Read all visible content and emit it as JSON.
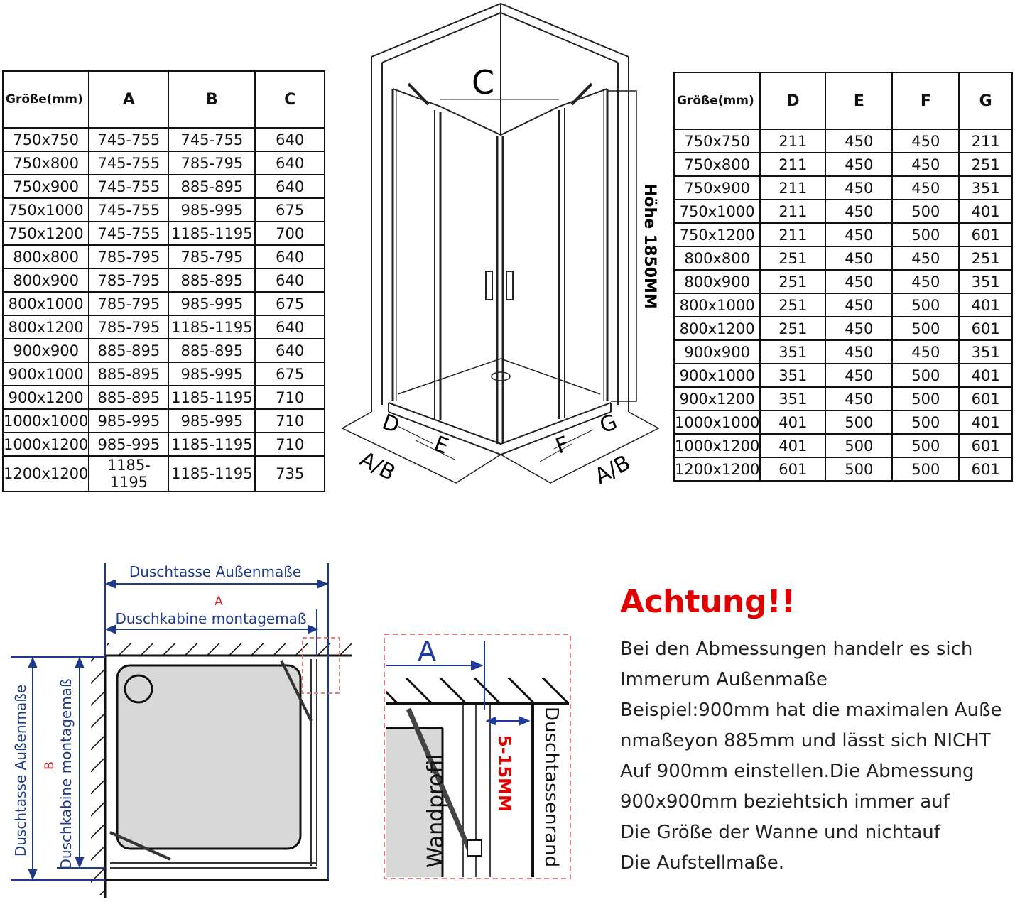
{
  "left_table": {
    "headers": [
      "Größe(mm)",
      "A",
      "B",
      "C"
    ],
    "rows": [
      [
        "750x750",
        "745-755",
        "745-755",
        "640"
      ],
      [
        "750x800",
        "745-755",
        "785-795",
        "640"
      ],
      [
        "750x900",
        "745-755",
        "885-895",
        "640"
      ],
      [
        "750x1000",
        "745-755",
        "985-995",
        "675"
      ],
      [
        "750x1200",
        "745-755",
        "1185-1195",
        "700"
      ],
      [
        "800x800",
        "785-795",
        "785-795",
        "640"
      ],
      [
        "800x900",
        "785-795",
        "885-895",
        "640"
      ],
      [
        "800x1000",
        "785-795",
        "985-995",
        "675"
      ],
      [
        "800x1200",
        "785-795",
        "1185-1195",
        "640"
      ],
      [
        "900x900",
        "885-895",
        "885-895",
        "640"
      ],
      [
        "900x1000",
        "885-895",
        "985-995",
        "675"
      ],
      [
        "900x1200",
        "885-895",
        "1185-1195",
        "710"
      ],
      [
        "1000x1000",
        "985-995",
        "985-995",
        "710"
      ],
      [
        "1000x1200",
        "985-995",
        "1185-1195",
        "710"
      ],
      [
        "1200x1200",
        "1185-1195",
        "1185-1195",
        "735"
      ]
    ]
  },
  "right_table": {
    "headers": [
      "Größe(mm)",
      "D",
      "E",
      "F",
      "G"
    ],
    "rows": [
      [
        "750x750",
        "211",
        "450",
        "450",
        "211"
      ],
      [
        "750x800",
        "211",
        "450",
        "450",
        "251"
      ],
      [
        "750x900",
        "211",
        "450",
        "450",
        "351"
      ],
      [
        "750x1000",
        "211",
        "450",
        "500",
        "401"
      ],
      [
        "750x1200",
        "211",
        "450",
        "500",
        "601"
      ],
      [
        "800x800",
        "251",
        "450",
        "450",
        "251"
      ],
      [
        "800x900",
        "251",
        "450",
        "450",
        "351"
      ],
      [
        "800x1000",
        "251",
        "450",
        "500",
        "401"
      ],
      [
        "800x1200",
        "251",
        "450",
        "500",
        "601"
      ],
      [
        "900x900",
        "351",
        "450",
        "450",
        "351"
      ],
      [
        "900x1000",
        "351",
        "450",
        "500",
        "401"
      ],
      [
        "900x1200",
        "351",
        "450",
        "500",
        "601"
      ],
      [
        "1000x1000",
        "401",
        "500",
        "500",
        "401"
      ],
      [
        "1000x1200",
        "401",
        "500",
        "500",
        "601"
      ],
      [
        "1200x1200",
        "601",
        "500",
        "500",
        "601"
      ]
    ]
  },
  "cabin_drawing": {
    "label_c": "C",
    "label_d": "D",
    "label_e": "E",
    "label_f": "F",
    "label_g": "G",
    "label_ab_left": "A/B",
    "label_ab_right": "A/B",
    "height_label": "Höhe 1850MM"
  },
  "plan_drawing": {
    "tray_outer": "Duschtasse Außenmaße",
    "label_a": "A",
    "cabin_mount": "Duschkabine montagemaß",
    "tray_outer_vertical": "Duschtasse Außenmaße",
    "label_b": "B",
    "cabin_mount_vertical": "Duschkabine montagemaß"
  },
  "detail_drawing": {
    "label_a": "A",
    "gap": "5-15MM",
    "wall_profile": "Wandprofil",
    "tray_edge": "Duschtassenrand"
  },
  "notice": {
    "title": "Achtung!!",
    "lines": [
      "Bei den Abmessungen handelr es sich",
      "Immerum Außenmaße",
      "Beispiel:900mm hat die maximalen Auße",
      "nmaßeyon 885mm und lässt sich NICHT",
      "Auf 900mm einstellen.Die Abmessung",
      "900x900mm beziehtsich immer auf",
      "Die Größe der Wanne und nichtauf",
      "Die Aufstellmaße."
    ]
  },
  "colors": {
    "accent_red": "#e00000",
    "dimension_blue": "#1f3a8a",
    "dashed_box": "#e08080"
  }
}
